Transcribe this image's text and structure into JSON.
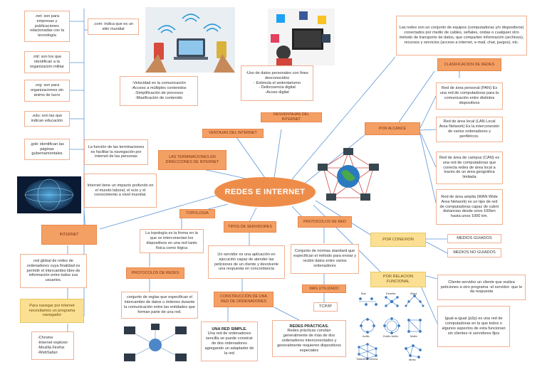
{
  "diagram": {
    "center": "REDES E INTERNET",
    "domains": {
      "net": ".net: son para empresas y publicaciones relacionadas con la tecnología",
      "com": ".com: indica que es un sitio mundial",
      "mil": ".mil: son los que identifican a la organización militar",
      "org": ".org: son para organizaciones sin ánimo de lucro",
      "edu": ".edu: son las que indican educación",
      "gob": ".gob: identifican las páginas gubernamentales"
    },
    "terminaciones": {
      "title": "LAS TERMINACIONES EN DIRECCIONES DE INTERNET",
      "desc": "La función de las terminaciones es facilitar la navegación por internet de las personas"
    },
    "ventajas": {
      "title": "VENTAJAS DEL INTERNET",
      "desc": "-Velocidad en la comunicación\n-Acceso a múltiples contenidos\n-Simplificación de procesos\n-Masificación de contenido"
    },
    "desventajas": {
      "title": "DESVENTAJAS DEL INTERNET",
      "desc": "-Uso de datos personales con fines desconocidos\n- Estimula el sedentarismo\n- Delincuencia digital\n-Acoso digital"
    },
    "internet": {
      "title": "INTERNET",
      "impact": "Internet tiene un impacto profundo en el mundo laboral, el ocio y el conocimiento a nivel mundial.",
      "desc": "red global de redes de ordenadores cuya finalidad es permitir el intercambio libre de información entre todos sus usuarios.",
      "navegar": "Para navegar por internet necesitamos un programa navegador",
      "browsers": "-Chrome\n-Internet explorer\n-Mozilla Firefox\n-WebSafari"
    },
    "topologia": {
      "title": "TOPOLOGIA",
      "desc": "La topología es la forma en la que se interconectan los dispositivos en una red tanto física como lógica"
    },
    "protocolos_redes": {
      "title": "PROTOCOLOS DE REDES",
      "desc": "conjunto de reglas que especifican el intercambio de datos u órdenes durante la comunicación entre las entidades que forman parte de una red."
    },
    "servidores": {
      "title": "TIPOS DE SERVIDORES",
      "desc": "Un servidor es una aplicación en ejecución capaz de atender las peticiones de un cliente y devolverle una respuesta en concordancia"
    },
    "construccion": {
      "title": "CONSTRUCCIÓN DE UNA RED DE ORDENADORES",
      "simple_title": "UNA RED SIMPLE.",
      "simple_desc": "Una red de ordenadores sencilla se puede construir de dos ordenadores agregando un adaptador de la red",
      "practicas_title": "REDES PRÁCTICAS.",
      "practicas_desc": "Redes prácticas constan generalmente de más de dos ordenadores interconectados y generalmente requieren dispositivos especiales"
    },
    "protocolos_red": {
      "title": "PROTOCOLOS DE RED",
      "desc": "Conjunto de normas standard que especifican el método para enviar y recibir datos entre varios ordenadores",
      "mas_utilizado": "MAS UTILIZADO",
      "tcp": "TCP/IP"
    },
    "redes_def": "Las redes son un conjunto de equipos (computadoras y/o dispositivos) conectados por medio de cables, señales, ondas o cualquier otro método de transporte de datos, que comparten información (archivos), recursos y servicios (acceso a internet, e-mail, chat, juegos), etc.",
    "clasificacion": "CLASIFICACION DE REDES",
    "alcance": {
      "title": "POR ALCANCE",
      "pan": "Red de área personal (PAN) Es una red de computadoras para la comunicación entre distintos dispositivos",
      "lan": "Red de área local (LAN Local Area Network) Es la interconexión de varios ordenadores y periféricos.",
      "can": "Red de área de campus (CAN) es una red de computadoras que conecta redes de área local a través de un área geográfica limitada",
      "wan": "Red de área amplia (WAN Wide Area Network) es un tipo de red de computadoras capaz de cubrir distancias desde unos 100km hasta unos 1000 km."
    },
    "conexion": {
      "title": "POR CONEXION",
      "guiados": "MEDIOS GUIADOS",
      "no_guiados": "MEDIOS NO GUIADOS"
    },
    "funcional": {
      "title": "POR RELACION FUNCIONAL",
      "cliente": "Cliente-servidor un cliente que realiza peticiones a otro programa -el servidor- que le da respuesta",
      "p2p": "Igual-a-igual (p2p) es una red de computadoras en la que todos o algunos aspectos de esta funcionan sin clientes ni servidores fijos"
    },
    "topology_labels": {
      "bus": "Bus",
      "estrella": "Estrella",
      "arbol": "Árbol",
      "anillo": "Anillo",
      "doble_anillo": "Doble Anillo",
      "malla": "Malla",
      "totalmente": "Totalmente conexa",
      "mixta": "Mixta"
    },
    "colors": {
      "orange": "#f4a064",
      "yellow": "#fbe093",
      "link": "#5b93d6"
    }
  }
}
